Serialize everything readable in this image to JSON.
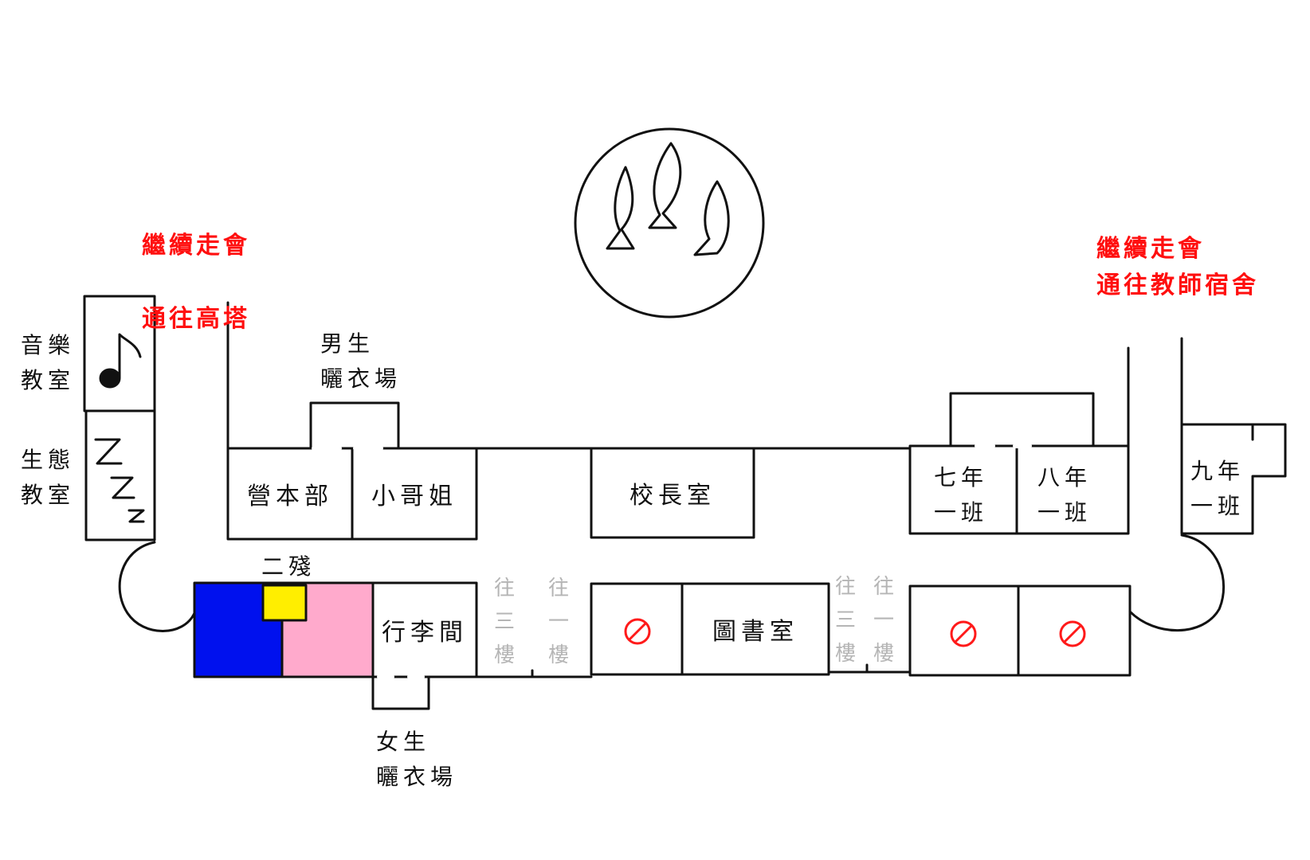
{
  "labels": {
    "continue_to_tower": [
      "繼續走會",
      "通往高塔"
    ],
    "continue_to_dorm": [
      "繼續走會",
      "通往教師宿舍"
    ],
    "music_room": [
      "音樂",
      "教室"
    ],
    "ecology_room": [
      "生態",
      "教室"
    ],
    "boys_laundry": [
      "男生",
      "曬衣場"
    ],
    "girls_laundry": [
      "女生",
      "曬衣場"
    ],
    "camp_hq": "營本部",
    "big_siblings": "小哥姐",
    "principal": "校長室",
    "grade7": [
      "七年",
      "一班"
    ],
    "grade8": [
      "八年",
      "一班"
    ],
    "grade9": [
      "九年",
      "一班"
    ],
    "second_remain": "二殘",
    "luggage": "行李間",
    "library": "圖書室",
    "stairs_3f": [
      "往",
      "三",
      "樓"
    ],
    "stairs_1f": [
      "往",
      "一",
      "樓"
    ]
  },
  "icons": {
    "music_note": "music-note-icon",
    "sleep": "zzz-icon",
    "no_entry": "no-entry-icon",
    "emblem": "flame-emblem-icon"
  },
  "colors": {
    "line": "#111111",
    "red_text": "#ff0f0f",
    "blue_room": "#0011ee",
    "pink_room": "#ffaacc",
    "yellow_room": "#ffee00",
    "no_entry_red": "#ff1a1a",
    "stairs_grey": "#b5b5b5"
  }
}
